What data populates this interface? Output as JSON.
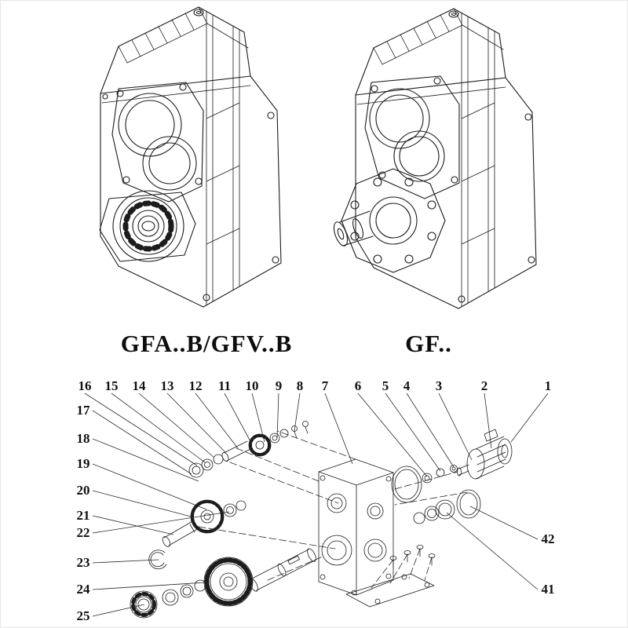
{
  "captions": {
    "left": "GFA..B/GFV..B",
    "right": "GF.."
  },
  "callouts": {
    "top": [
      "16",
      "15",
      "14",
      "13",
      "12",
      "11",
      "10",
      "9",
      "8",
      "7",
      "6",
      "5",
      "4",
      "3",
      "2",
      "1"
    ],
    "left": [
      "17",
      "18",
      "19",
      "20",
      "21",
      "22",
      "23",
      "24",
      "25"
    ],
    "right": [
      "42",
      "41"
    ]
  },
  "colors": {
    "line": "#1c1c1c",
    "background": "#ffffff"
  }
}
